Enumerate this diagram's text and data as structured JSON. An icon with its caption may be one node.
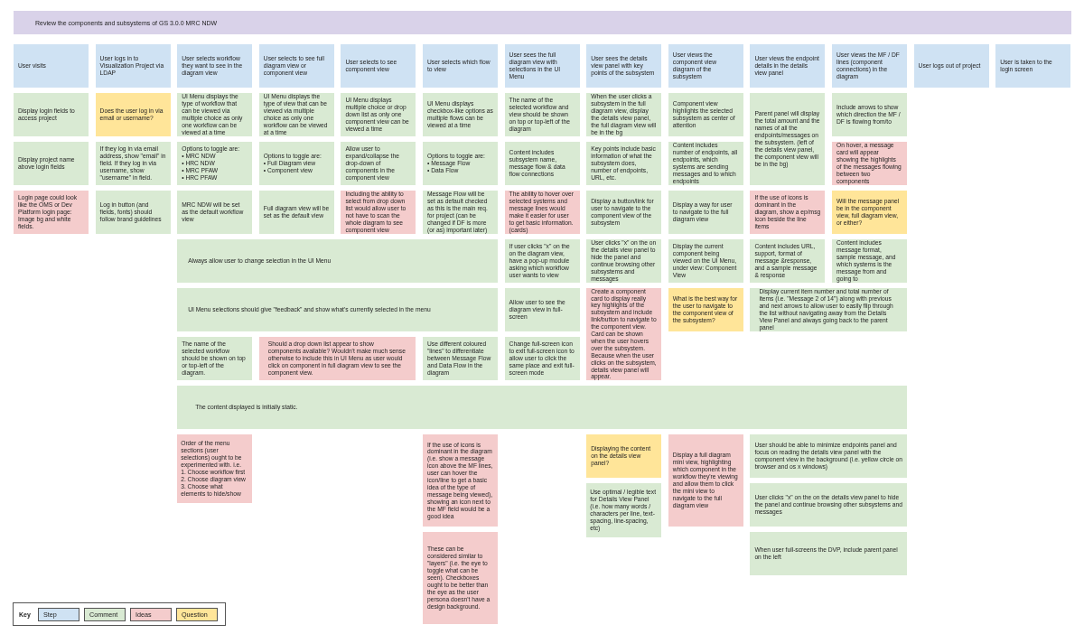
{
  "diagram": {
    "title": "Review the components and subsystems of GS 3.0.0 MRC NDW",
    "nodes": [
      {
        "text": [
          "User visits"
        ]
      },
      {
        "text": [
          "User logs in to Visualization Project via LDAP"
        ]
      },
      {
        "text": [
          "User selects workflow they want to see in the diagram view"
        ]
      },
      {
        "text": [
          "User selects to see full diagram view or component view"
        ]
      },
      {
        "text": [
          "User selects to see component view"
        ]
      },
      {
        "text": [
          "User selects which flow to view"
        ]
      },
      {
        "text": [
          "User sees the full diagram view with selections in the UI Menu"
        ]
      },
      {
        "text": [
          "User sees the details view panel with key points of the subsystem"
        ]
      },
      {
        "text": [
          "User views the component view diagram of the subsystem"
        ]
      },
      {
        "text": [
          "User views the endpoint details in the details view panel"
        ]
      },
      {
        "text": [
          "User views the MF / DF lines (component connections) in the diagram"
        ]
      },
      {
        "text": [
          "User logs out of project"
        ]
      },
      {
        "text": [
          "User is taken to the login screen"
        ]
      },
      {
        "text": [
          "Display login fields to access project"
        ]
      },
      {
        "text": [
          "Does the user log in via email or username?"
        ]
      },
      {
        "text": [
          "UI Menu displays the type of workflow that can be viewed via multiple choice as only one workflow can be viewed at a time"
        ]
      },
      {
        "text": [
          "UI Menu displays the type of view that can be viewed via multiple choice as only one workflow can be viewed at a time"
        ]
      },
      {
        "text": [
          "UI Menu displays multiple choice or drop down list as only one component view can be viewed a time"
        ]
      },
      {
        "text": [
          "UI Menu displays checkbox-like options as multiple flows can be viewed at a time"
        ]
      },
      {
        "text": [
          "The name of the selected workflow and view should be shown on top or top-left of the diagram"
        ]
      },
      {
        "text": [
          "When the user clicks a subsystem in the full diagram view, display the details view panel, the full diagram view will be in the bg"
        ]
      },
      {
        "text": [
          "Component view highlights the selected subsystem as center of attention"
        ]
      },
      {
        "text": [
          "Parent panel will display the total amount and the names of all the endpoints/messages on the subsystem. (left of the details view panel, the component view will be in the bg)"
        ]
      },
      {
        "text": [
          "Include arrows to show which direction the MF / DF is flowing from/to"
        ]
      },
      {
        "text": [
          "Display project name above login fields"
        ]
      },
      {
        "text": [
          "If they log in via email address, show \"email\" in field. If they log in via username, show \"username\" in field."
        ]
      },
      {
        "text": [
          "Options to toggle are:",
          "• MRC NDW",
          "• HRC NDW",
          "• MRC PFAW",
          "• HRC PFAW"
        ]
      },
      {
        "text": [
          "Options to toggle are:",
          "• Full Diagram view",
          "• Component view"
        ]
      },
      {
        "text": [
          "Allow user to expand/collapse the drop-down of components in the component view"
        ]
      },
      {
        "text": [
          "Options to toggle are:",
          "• Message Flow",
          "• Data Flow"
        ]
      },
      {
        "text": [
          "Content includes subsystem name, message flow & data flow connections"
        ]
      },
      {
        "text": [
          "Key points include basic information of what the subsystem does, number of endpoints, URL, etc."
        ]
      },
      {
        "text": [
          "Content includes number of endpoints, all endpoints, which systems are sending messages and to which endpoints"
        ]
      },
      {
        "text": [
          "On hover, a message card will appear showing the highlights of the messages flowing between two components"
        ]
      },
      {
        "text": [
          "Login page could look like the OMS or Dev Platform login page: Image bg and white fields."
        ]
      },
      {
        "text": [
          "Log in button (and fields, fonts) should follow brand guidelines"
        ]
      },
      {
        "text": [
          "MRC NDW will be set as the default workflow view"
        ]
      },
      {
        "text": [
          "Full diagram view will be set as the default view"
        ]
      },
      {
        "text": [
          "Including the ability to select from drop down list would allow user to not have to scan the whole diagram to see component view"
        ]
      },
      {
        "text": [
          "Message Flow will be set as default checked as this is the main req. for project (can be changed if DF is more (or as) important later)"
        ]
      },
      {
        "text": [
          "The ability to hover over selected systems and message lines would make it easier for user to get basic information. (cards)"
        ]
      },
      {
        "text": [
          "Display a button/link for user to navigate to the component view of the subsystem"
        ]
      },
      {
        "text": [
          "Display a way for user to navigate to the full diagram view"
        ]
      },
      {
        "text": [
          "If the use of icons is dominant in the diagram, show a ep/msg icon beside the line items"
        ]
      },
      {
        "text": [
          "Will the message panel be in the component view, full diagram view, or either?"
        ]
      },
      {
        "text": [
          "Always allow user to change selection in the UI Menu"
        ]
      },
      {
        "text": [
          "If user clicks \"x\" on the on the diagram view, have a pop-up module asking which workflow user wants to view"
        ]
      },
      {
        "text": [
          "User clicks \"x\" on the on the details view panel to hide the panel and continue browsing other subsystems and messages"
        ]
      },
      {
        "text": [
          "Display the current component being viewed on the UI Menu, under view: Component View"
        ]
      },
      {
        "text": [
          "Content includes URL, support, format of message &response, and a sample message & response"
        ]
      },
      {
        "text": [
          "Content includes message format, sample message, and which systems is the message from and going to"
        ]
      },
      {
        "text": [
          "UI Menu selections should give \"feedback\" and show what's currently selected in the menu"
        ]
      },
      {
        "text": [
          "Allow user to see the diagram view in full-screen"
        ]
      },
      {
        "text": [
          "Create a component card to display really key highlights of the subsystem and include link/button to navigate to the component view. Card can be shown when the user hovers over the subsystem. Because when the user clicks on the subsystem, details view panel will appear."
        ]
      },
      {
        "text": [
          "What is the best way for the user to navigate to the component view of the subsystem?"
        ]
      },
      {
        "text": [
          "Display current item number and total number of items (i.e. \"Message 2 of 14\") along with previous and next arrows to allow user to easily flip through the list without navigating away from the Details View Panel and always going back to the parent panel"
        ]
      },
      {
        "text": [
          "The name of the selected workflow should be shown on top or top-left of the diagram."
        ]
      },
      {
        "text": [
          "Should a drop down list appear to show components available? Wouldn't make much sense otherwise to include this in UI Menu as user would click on component in full diagram view to see the component view."
        ]
      },
      {
        "text": [
          "Use different coloured \"lines\" to differentiate between Message Flow and Data Flow in the diagram"
        ]
      },
      {
        "text": [
          "Change full-screen icon to exit full-screen icon to allow user to click the same place and exit full-screen mode"
        ]
      },
      {
        "text": [
          "The content displayed is initially static."
        ]
      },
      {
        "text": [
          "Order of the menu sections (user selections) ought to be experimented with. i.e.",
          "1. Choose workflow first",
          "2. Choose diagram view",
          "3. Choose what elements to hide/show"
        ]
      },
      {
        "text": [
          "If the use of icons is dominant in the diagram (i.e. show a message icon above the MF lines, user can hover the icon/line to get a basic idea of the type of message being viewed), showing an icon next to the MF field would be a good idea"
        ]
      },
      {
        "text": [
          "Displaying the content on the details view panel?"
        ]
      },
      {
        "text": [
          "Display a full diagram mini view, highlighting which component in the workflow they're viewing and allow them to click the mini view to navigate to the full diagram view"
        ]
      },
      {
        "text": [
          "User should be able to minimize endpoints panel and focus on reading the details view panel with the component view in the background (i.e. yellow circle on browser and os x windows)"
        ]
      },
      {
        "text": [
          "Use optimal /  legible text for Details View Panel (i.e. how many words / characters per line, text-spacing, line-spacing, etc)"
        ]
      },
      {
        "text": [
          "User clicks \"x\" on the on the details view panel to hide the panel and continue browsing other subsystems and messages"
        ]
      },
      {
        "text": [
          "These can be considered similar to \"layers\" (i.e. the eye to toggle what can be seen). Checkboxes ought to be better than the eye as the user persona doesn't have a design background."
        ]
      },
      {
        "text": [
          "When user full-screens the DVP, include parent panel on the left"
        ]
      }
    ],
    "labels": [
      "Key"
    ],
    "legend": [
      {
        "text": "Step",
        "color": "#cfe2f3"
      },
      {
        "text": "Comment",
        "color": "#d9ead3"
      },
      {
        "text": "Ideas",
        "color": "#f4cccc"
      },
      {
        "text": "Question",
        "color": "#ffe599"
      }
    ]
  }
}
